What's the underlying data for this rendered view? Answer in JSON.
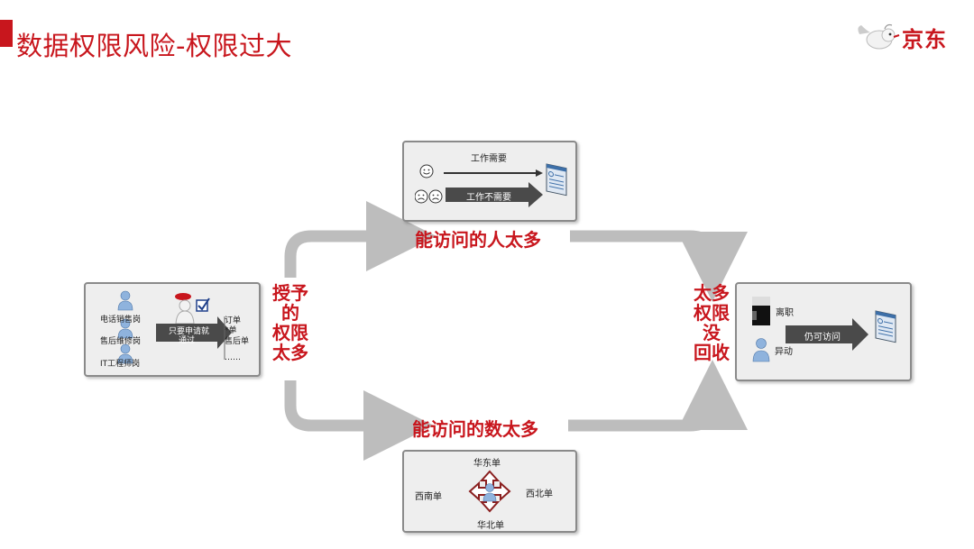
{
  "slide": {
    "title": "数据权限风险-权限过大",
    "logo_text": "京东",
    "accent_color": "#c8161d"
  },
  "top_panel": {
    "need_label": "工作需要",
    "no_need_label": "工作不需要",
    "icons": [
      "smiley-face-icon",
      "sad-faces-icon",
      "document-window-icon"
    ]
  },
  "left_panel": {
    "roles": [
      "电话销售岗",
      "售后维修岗",
      "IT工程师岗"
    ],
    "approval_label_line1": "只要申请就",
    "approval_label_line2": "通过",
    "items": [
      "订单",
      "*单",
      "售后单",
      "……"
    ],
    "icons": [
      "person-icon",
      "stamp-approval-icon",
      "checkbox-icon"
    ]
  },
  "right_panel": {
    "status_left": "离职",
    "status_transfer": "异动",
    "still_access_label": "仍可访问",
    "icons": [
      "redacted-person-icon",
      "person-icon",
      "document-window-icon"
    ]
  },
  "bottom_panel": {
    "north": "华东单",
    "west": "西南单",
    "east": "西北单",
    "south": "华北单",
    "icons": [
      "four-way-arrow-icon",
      "person-icon"
    ]
  },
  "flow_labels": {
    "top": "能访问的人太多",
    "bottom": "能访问的数太多",
    "left_lines": [
      "授予",
      "的",
      "权限",
      "太多"
    ],
    "right_lines": [
      "太多",
      "权限",
      "没",
      "回收"
    ]
  }
}
